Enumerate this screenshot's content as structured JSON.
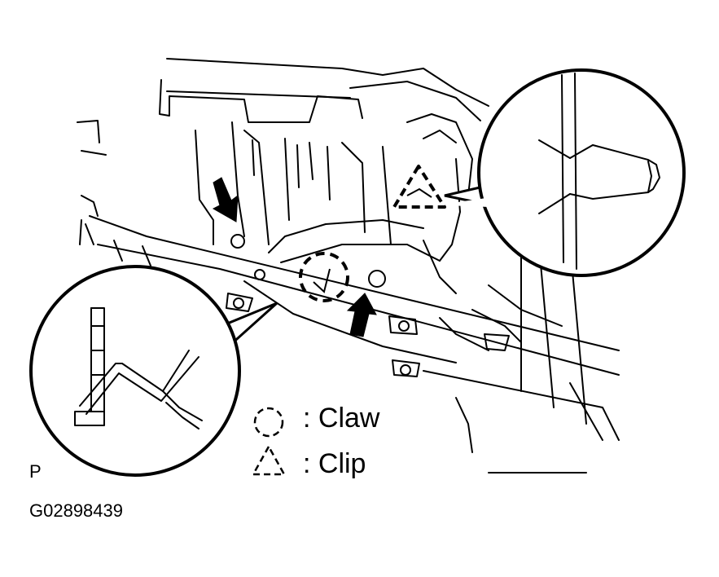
{
  "figure": {
    "legend": {
      "claw_label": ": Claw",
      "clip_label": ": Clip"
    },
    "view_marker": "P",
    "figure_code": "G02898439"
  },
  "colors": {
    "ink": "#000000",
    "paper": "#ffffff"
  }
}
